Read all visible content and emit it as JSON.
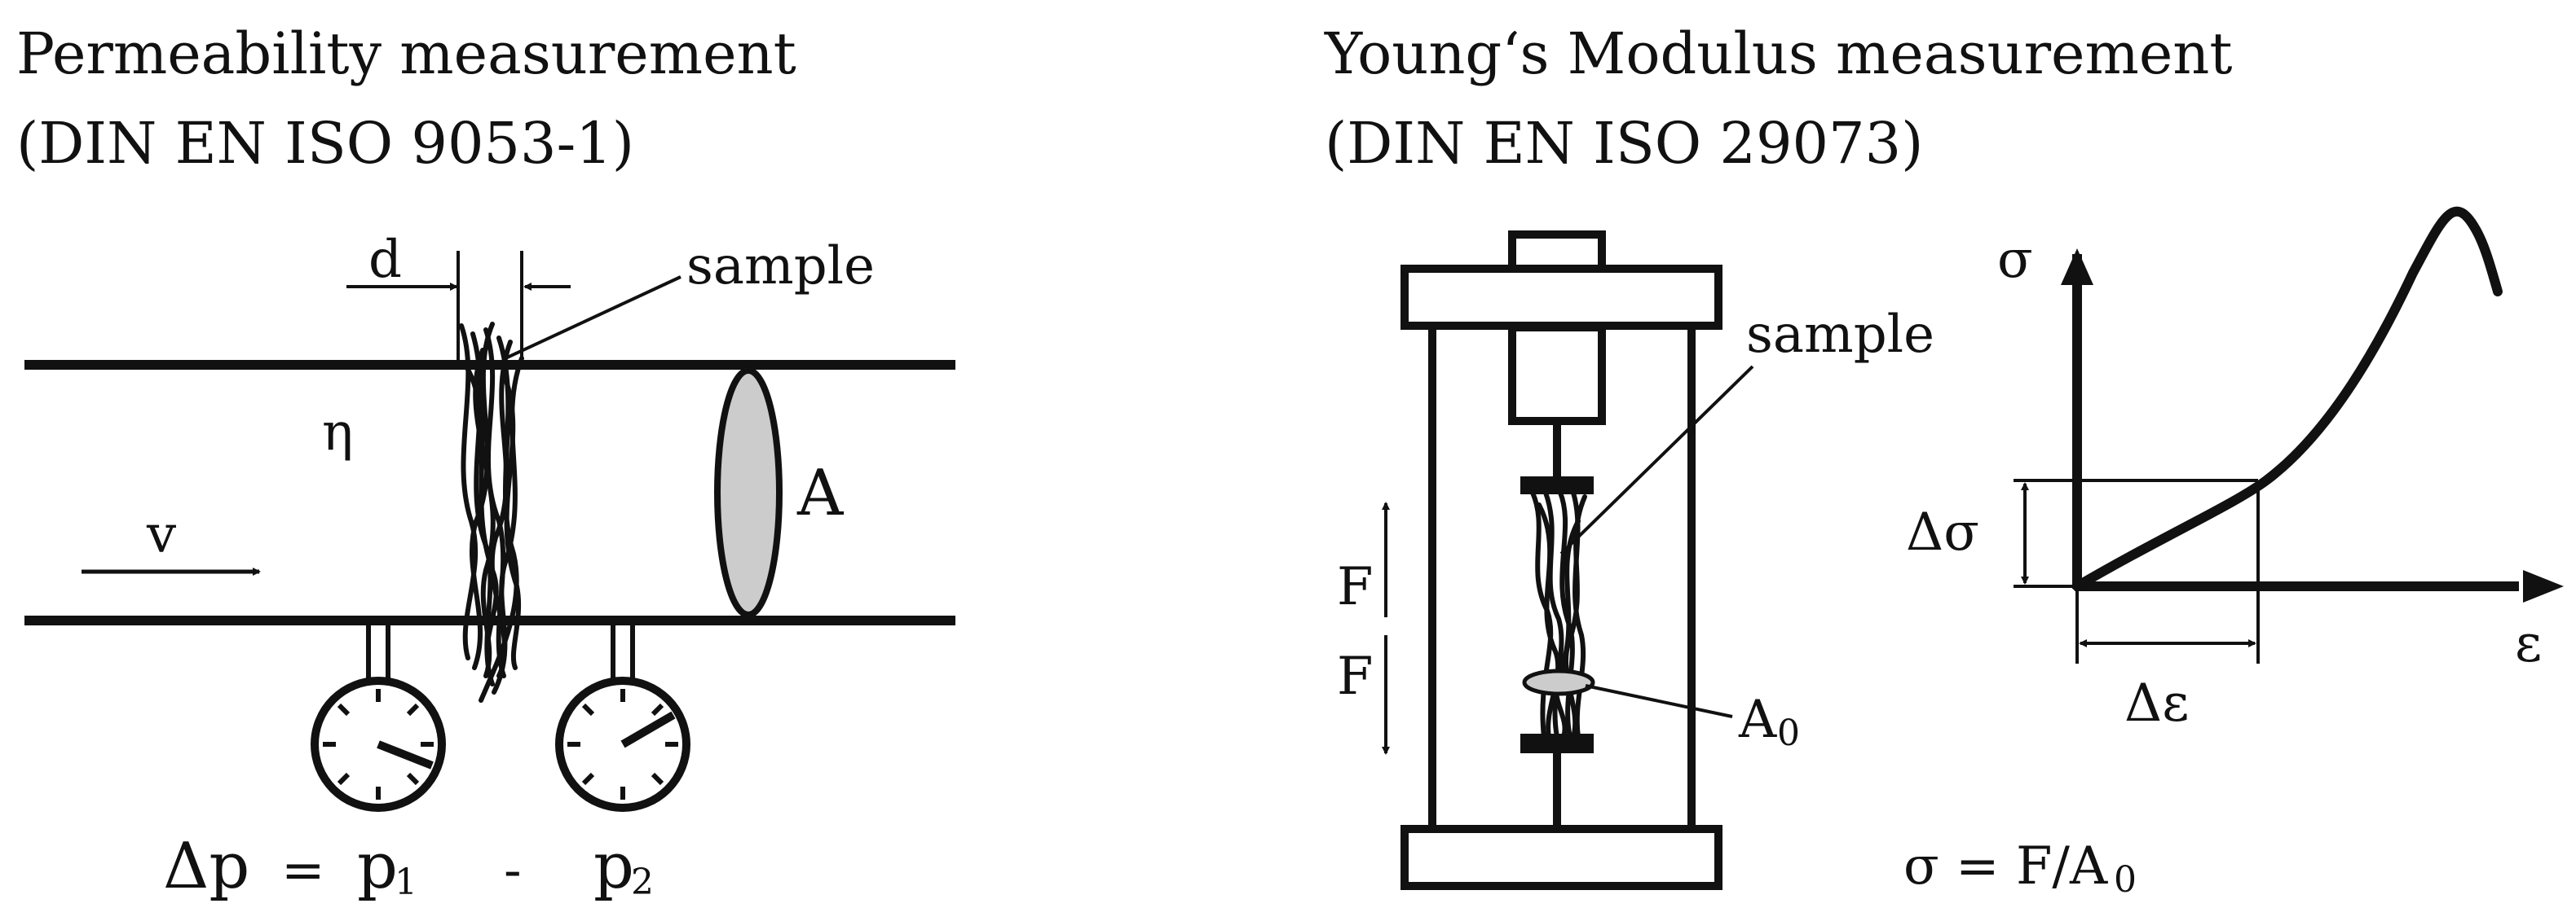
{
  "left_panel": {
    "title_line1": "Permeability measurement",
    "title_line2": "(DIN EN ISO 9053-1)",
    "label_d": "d",
    "label_sample": "sample",
    "label_eta": "η",
    "label_A": "A",
    "label_v": "v",
    "formula": {
      "dp": "Δp",
      "eq": "=",
      "p": "p",
      "p1_sub": "1",
      "minus": "-",
      "p2_sub": "2"
    }
  },
  "right_panel": {
    "title_line1": "Young‘s Modulus measurement",
    "title_line2": "(DIN EN ISO 29073)",
    "label_sample": "sample",
    "label_F_up": "F",
    "label_F_down": "F",
    "label_A0": "A",
    "label_A0_sub": "0",
    "graph": {
      "sigma_axis": "σ",
      "eps_axis": "ε",
      "delta_sigma": "Δσ",
      "delta_eps": "Δε"
    },
    "formula": "σ = F/A",
    "formula_sub": "0"
  },
  "colors": {
    "stroke": "#111111",
    "area_fill": "#cccccc"
  }
}
